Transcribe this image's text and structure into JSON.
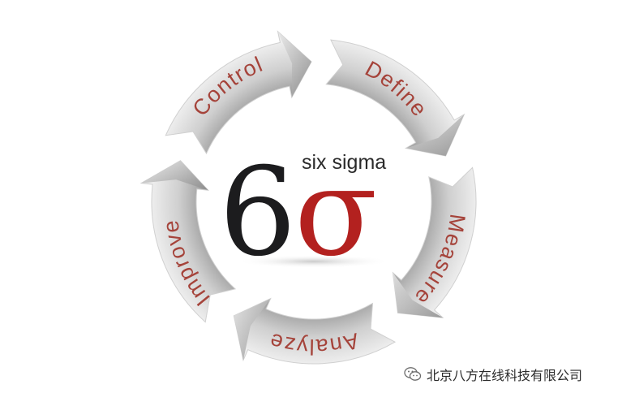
{
  "cycle": {
    "segments": [
      {
        "label": "Define"
      },
      {
        "label": "Measure"
      },
      {
        "label": "Analyze"
      },
      {
        "label": "Improve"
      },
      {
        "label": "Control"
      }
    ]
  },
  "logo": {
    "numeral": "6",
    "symbol": "σ",
    "tagline": "six sigma"
  },
  "watermark": {
    "text": "北京八方在线科技有限公司",
    "icon": "wechat-icon"
  },
  "colors": {
    "label": "#a5433a",
    "sigma": "#b3211f",
    "numeral": "#1c1c1e",
    "arrow_light": "#f2f2f2",
    "arrow_dark": "#8e8e8e"
  }
}
